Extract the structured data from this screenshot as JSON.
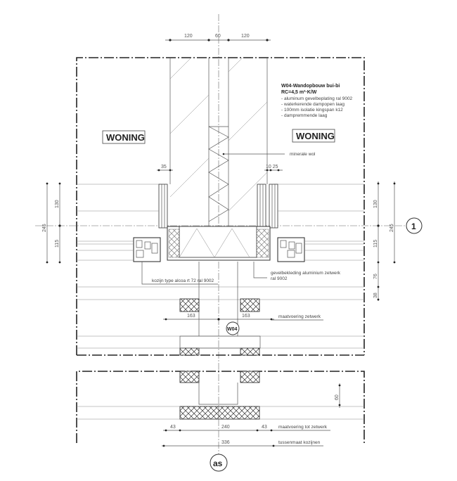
{
  "drawing": {
    "rooms": {
      "left": "WONING",
      "right": "WONING"
    },
    "wall_spec": {
      "title": "W04-Wandopbouw bui-bi",
      "rc": "RC=4,5 m²·K/W",
      "layers": [
        "- aluminum gevelbeplating ral 9002",
        "- waterkerende dampopen laag",
        "- 100mm isolatie kingspan k12",
        "- dampremmende laag"
      ]
    },
    "labels": {
      "insulation": "minerale wol",
      "frame": "kozijn type alcoa rt 72 ral 9002",
      "cladding_line1": "gevelbekleding aluminium zetwerk",
      "cladding_line2": "ral 9002",
      "dim_zetwerk": "maatvoering zetwerk",
      "dim_tot_zetwerk": "maatvoering tot zetwerk",
      "dim_kozijnen": "tussenmaat kozijnen"
    },
    "dimensions": {
      "top": [
        "120",
        "60",
        "120"
      ],
      "left_offset": "35",
      "right_offset": "10 25",
      "left_vertical": {
        "total": "245",
        "upper": "130",
        "lower": "115"
      },
      "right_vertical": {
        "total": "245",
        "upper": "130",
        "lower": "115",
        "d76": "76",
        "d38": "38"
      },
      "zetwerk": [
        "163",
        "163"
      ],
      "bottom_offset": "60",
      "bottom_row": [
        "43",
        "240",
        "43"
      ],
      "bottom_total": "336"
    },
    "markers": {
      "grid_1": "1",
      "wall_tag": "W04",
      "axis": "as"
    }
  }
}
